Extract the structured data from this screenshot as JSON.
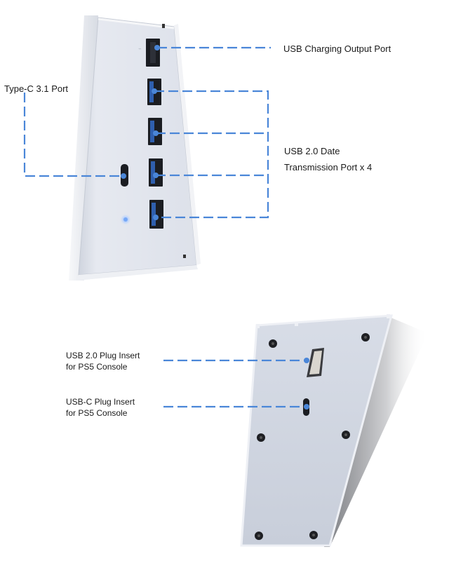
{
  "colors": {
    "callout_line": "#4a86d8",
    "device_body": "#dfe3ec",
    "device_edge": "#f4f5f8",
    "port_black": "#1b1d22",
    "port_blue": "#2f5fae",
    "led_glow": "#7fb0ff"
  },
  "top_view": {
    "labels": {
      "charging": "USB Charging Output Port",
      "type_c": "Type-C 3.1 Port",
      "usb20_line1": "USB 2.0 Date",
      "usb20_line2": "Transmission Port x 4"
    },
    "ports": [
      {
        "name": "usb-charging-output-port",
        "type": "usb-a-black"
      },
      {
        "name": "usb-2.0-port-1",
        "type": "usb-a-blue"
      },
      {
        "name": "usb-2.0-port-2",
        "type": "usb-a-blue"
      },
      {
        "name": "usb-2.0-port-3",
        "type": "usb-a-blue"
      },
      {
        "name": "usb-2.0-port-4",
        "type": "usb-a-blue"
      },
      {
        "name": "type-c-3.1-port",
        "type": "usb-c"
      }
    ]
  },
  "bottom_view": {
    "labels": {
      "usb_plug_line1": "USB 2.0 Plug Insert",
      "usb_plug_line2": "for PS5 Console",
      "usbc_plug_line1": "USB-C Plug Insert",
      "usbc_plug_line2": "for PS5 Console"
    }
  }
}
